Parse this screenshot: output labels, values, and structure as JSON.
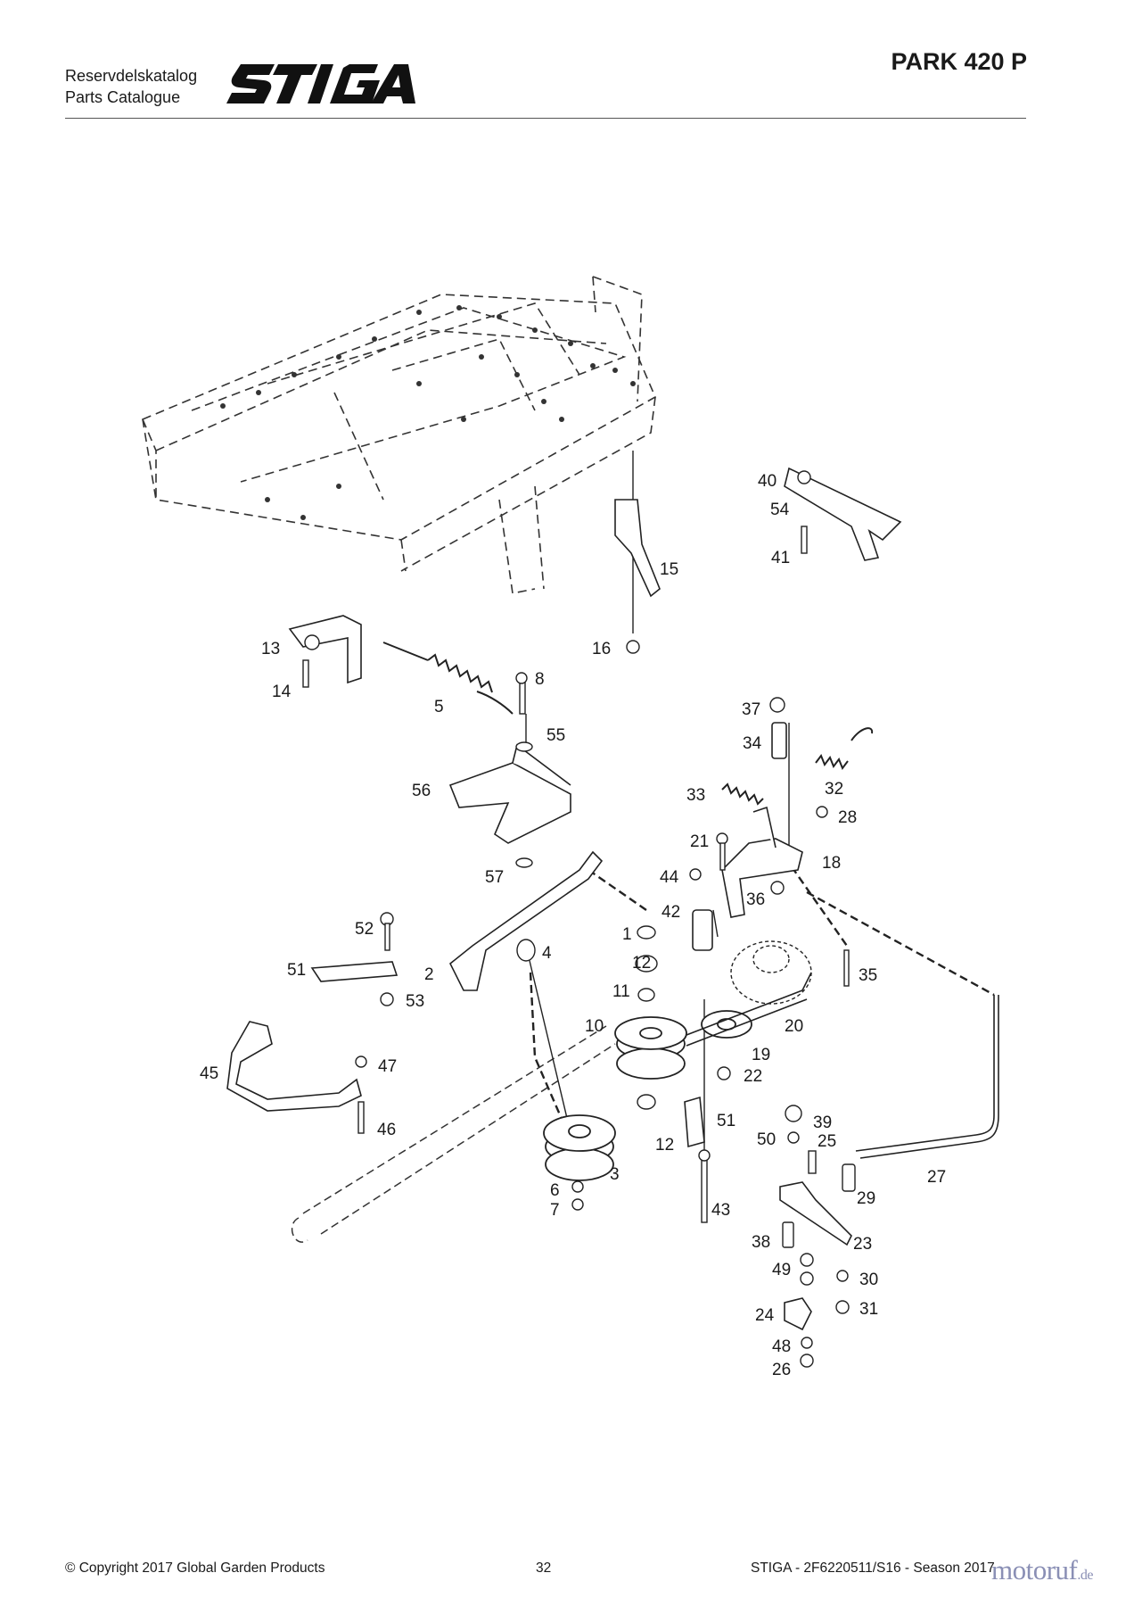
{
  "header": {
    "catalog_sv": "Reservdelskatalog",
    "catalog_en": "Parts Catalogue",
    "brand": "STIGA",
    "model": "PARK 420 P"
  },
  "diagram": {
    "callouts": [
      "1",
      "2",
      "3",
      "4",
      "5",
      "6",
      "7",
      "8",
      "10",
      "11",
      "12",
      "12",
      "13",
      "14",
      "15",
      "16",
      "18",
      "19",
      "20",
      "21",
      "22",
      "23",
      "24",
      "25",
      "26",
      "27",
      "28",
      "29",
      "30",
      "31",
      "32",
      "33",
      "34",
      "35",
      "36",
      "37",
      "38",
      "39",
      "40",
      "41",
      "42",
      "43",
      "44",
      "45",
      "46",
      "47",
      "48",
      "49",
      "50",
      "51",
      "51",
      "52",
      "53",
      "54",
      "55",
      "56",
      "57"
    ]
  },
  "footer": {
    "copyright": "© Copyright 2017 Global Garden Products",
    "page_number": "32",
    "reference": "STIGA - 2F6220511/S16 - Season 2017"
  },
  "watermark": {
    "text": "motoruf",
    "suffix": ".de"
  },
  "colors": {
    "ink": "#1a1a1a",
    "rule": "#555555",
    "watermark": "#8a8fb5"
  }
}
